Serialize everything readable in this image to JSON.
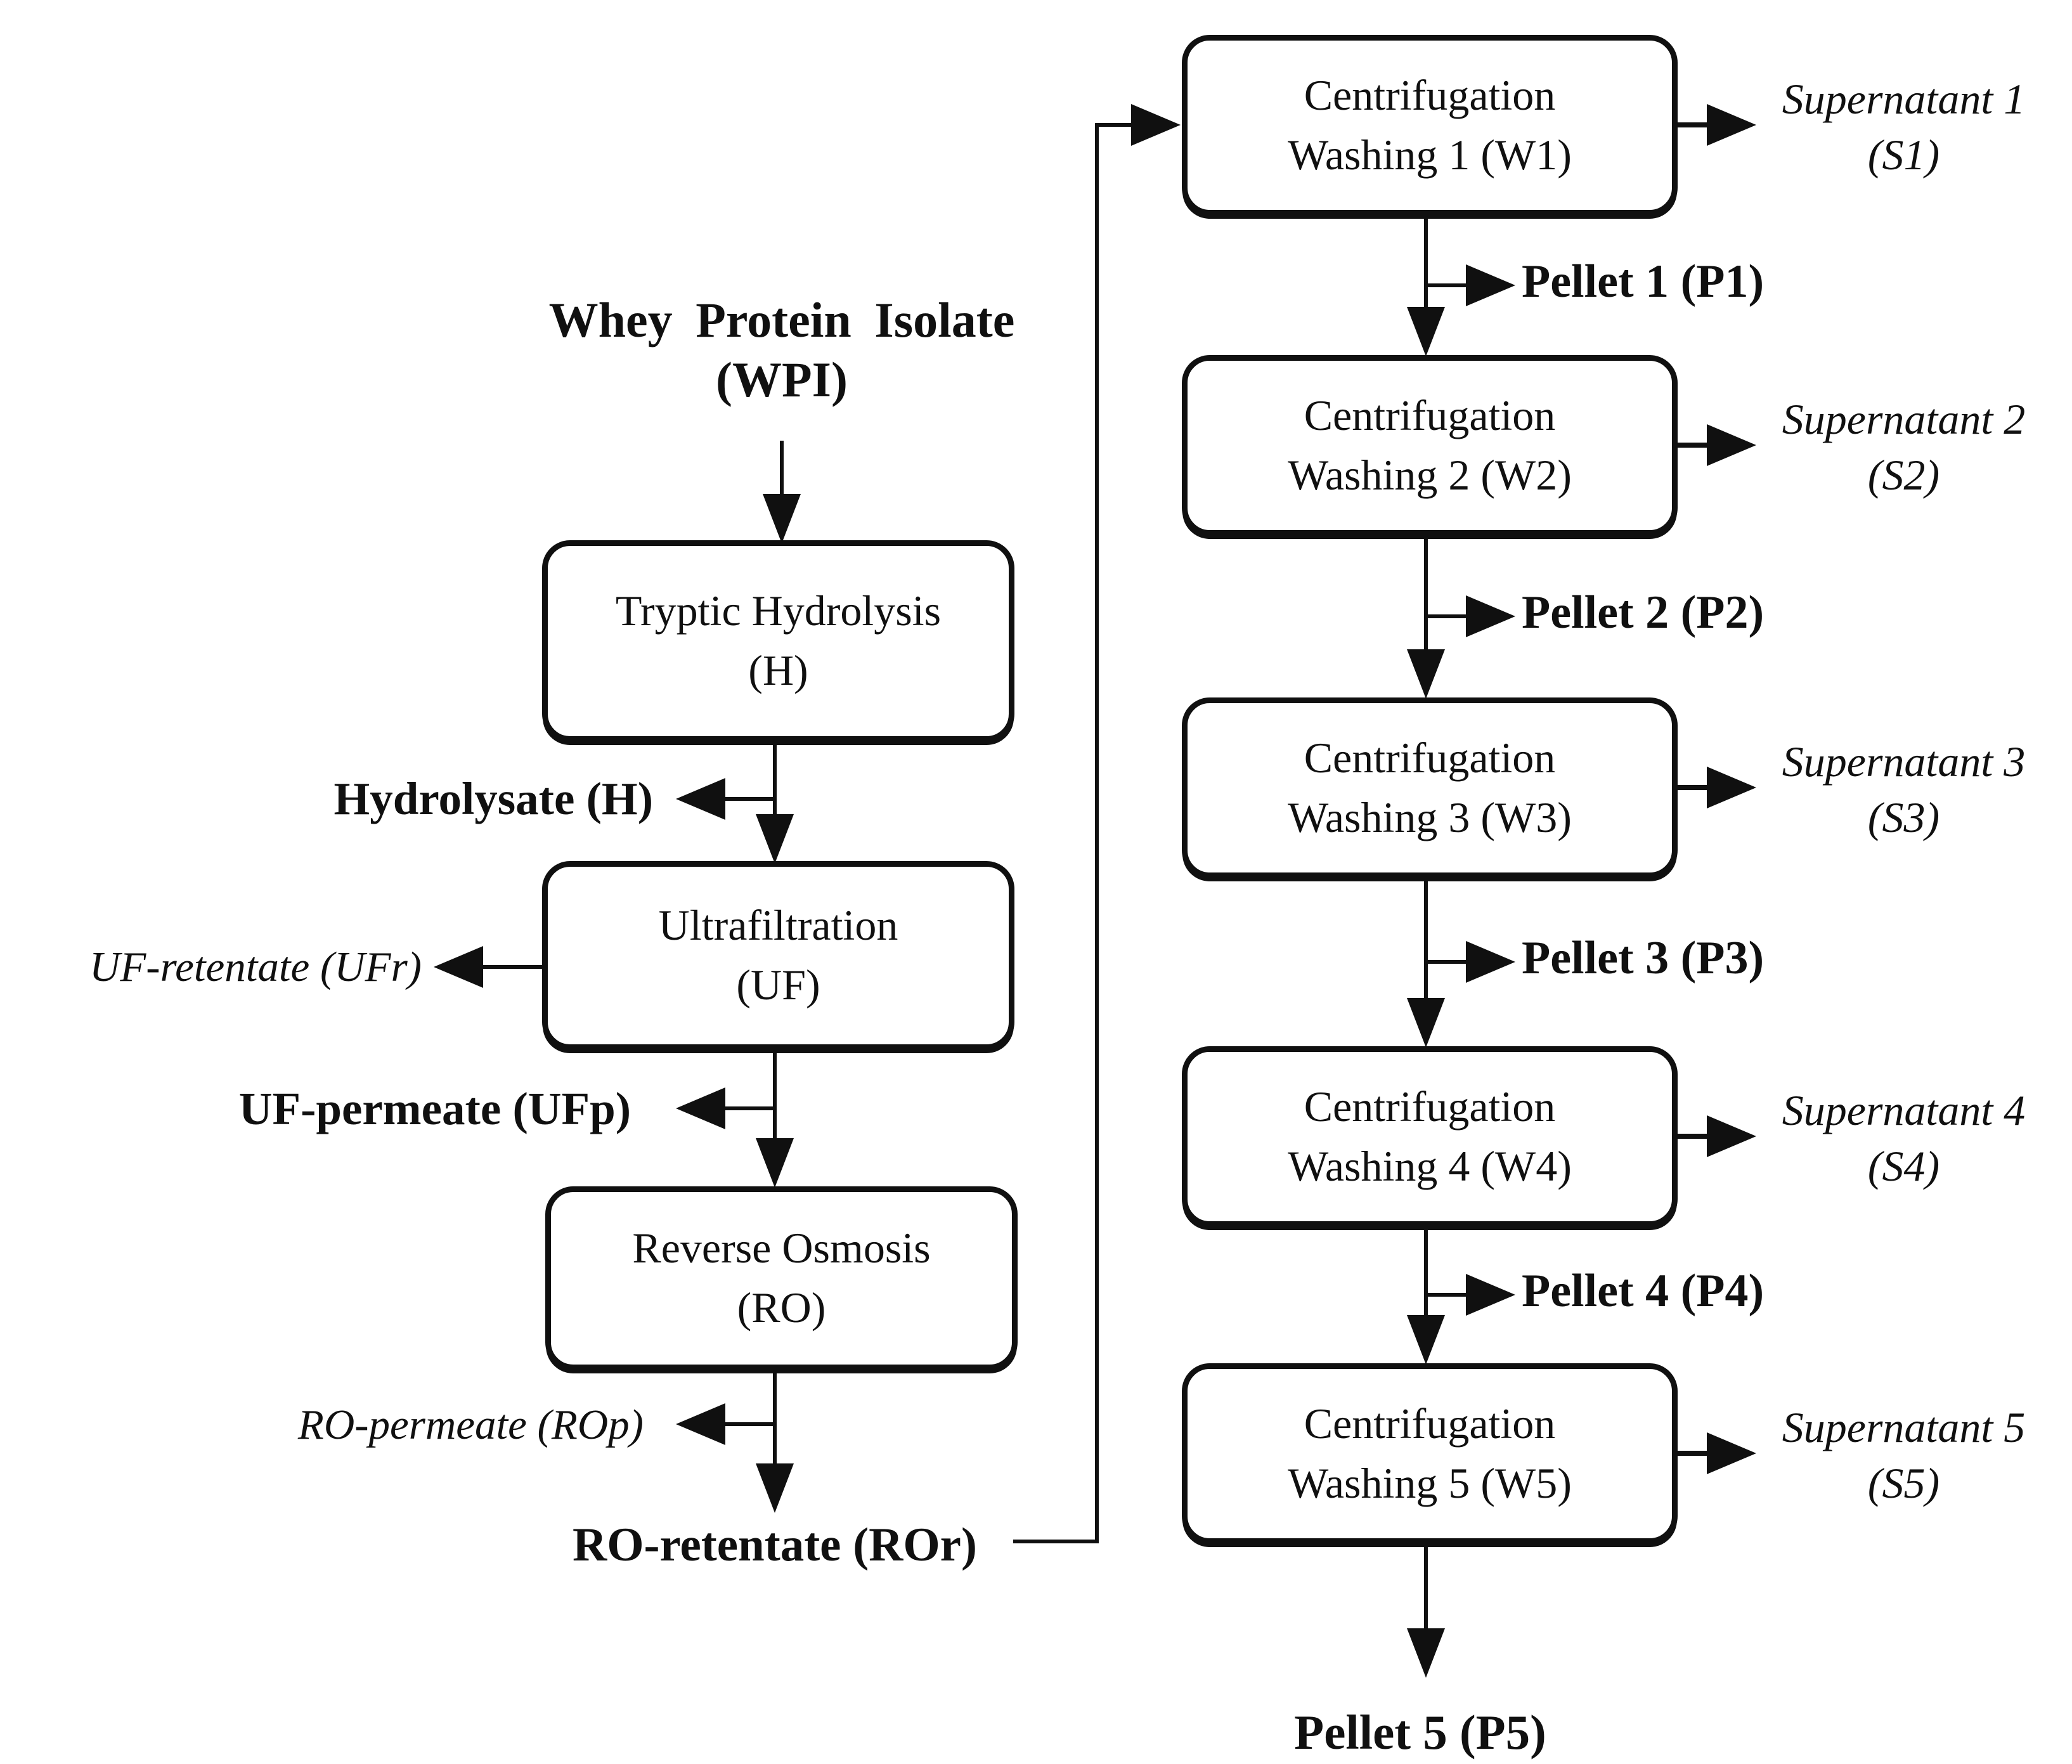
{
  "colors": {
    "ink": "#101010",
    "background": "#ffffff"
  },
  "title": {
    "line1": "Whey Protein Isolate",
    "line2": "(WPI)"
  },
  "process_boxes": [
    {
      "line1": "Tryptic Hydrolysis",
      "line2": "(H)"
    },
    {
      "line1": "Ultrafiltration",
      "line2": "(UF)"
    },
    {
      "line1": "Reverse Osmosis",
      "line2": "(RO)"
    }
  ],
  "stream_labels": {
    "hydrolysate": "Hydrolysate (H)",
    "uf_retentate": "UF-retentate (UFr)",
    "uf_permeate": "UF-permeate (UFp)",
    "ro_permeate": "RO-permeate (ROp)",
    "ro_retentate": "RO-retentate (ROr)"
  },
  "washing_steps": [
    {
      "box_line1": "Centrifugation",
      "box_line2": "Washing 1 (W1)",
      "supernatant_line1": "Supernatant 1",
      "supernatant_line2": "(S1)",
      "pellet": "Pellet 1 (P1)"
    },
    {
      "box_line1": "Centrifugation",
      "box_line2": "Washing 2 (W2)",
      "supernatant_line1": "Supernatant 2",
      "supernatant_line2": "(S2)",
      "pellet": "Pellet 2 (P2)"
    },
    {
      "box_line1": "Centrifugation",
      "box_line2": "Washing 3 (W3)",
      "supernatant_line1": "Supernatant 3",
      "supernatant_line2": "(S3)",
      "pellet": "Pellet 3 (P3)"
    },
    {
      "box_line1": "Centrifugation",
      "box_line2": "Washing 4 (W4)",
      "supernatant_line1": "Supernatant 4",
      "supernatant_line2": "(S4)",
      "pellet": "Pellet 4 (P4)"
    },
    {
      "box_line1": "Centrifugation",
      "box_line2": "Washing 5 (W5)",
      "supernatant_line1": "Supernatant 5",
      "supernatant_line2": "(S5)",
      "pellet": "Pellet 5 (P5)"
    }
  ]
}
